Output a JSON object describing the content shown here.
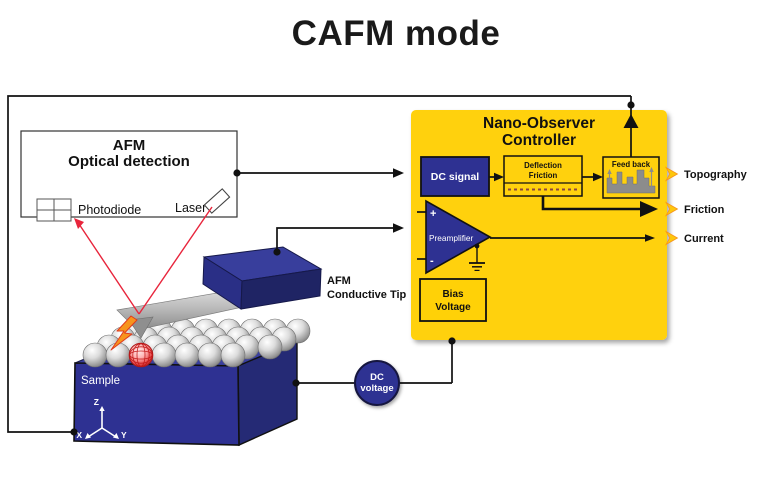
{
  "title": "CAFM mode",
  "controller": {
    "name_line1": "Nano-Observer",
    "name_line2": "Controller",
    "dc_signal_label": "DC signal",
    "deflection_label_line1": "Deflection",
    "deflection_label_line2": "Friction",
    "feedback_label": "Feed back",
    "preamplifier_label": "Preamplifier",
    "preamp_plus": "+",
    "preamp_minus": "-",
    "bias_label_line1": "Bias",
    "bias_label_line2": "Voltage"
  },
  "outputs": {
    "topography": "Topography",
    "friction": "Friction",
    "current": "Current"
  },
  "optical_detection": {
    "title_line1": "AFM",
    "title_line2": "Optical detection",
    "photodiode_label": "Photodiode",
    "laser_label": "Laser"
  },
  "probe": {
    "label_line1": "AFM",
    "label_line2": "Conductive Tip"
  },
  "sample": {
    "label": "Sample",
    "axis_x": "X",
    "axis_y": "Y",
    "axis_z": "Z"
  },
  "dc_voltage": {
    "label_line1": "DC",
    "label_line2": "voltage"
  },
  "colors": {
    "controller_yellow": "#FFD107",
    "navy_blue": "#2E3192",
    "navy_dark": "#232868",
    "laser_red": "#E8253C",
    "output_arrow_gold": "#FDC70C",
    "waveform_gray": "#8C8C8C",
    "bolt_orange": "#F7941D"
  }
}
